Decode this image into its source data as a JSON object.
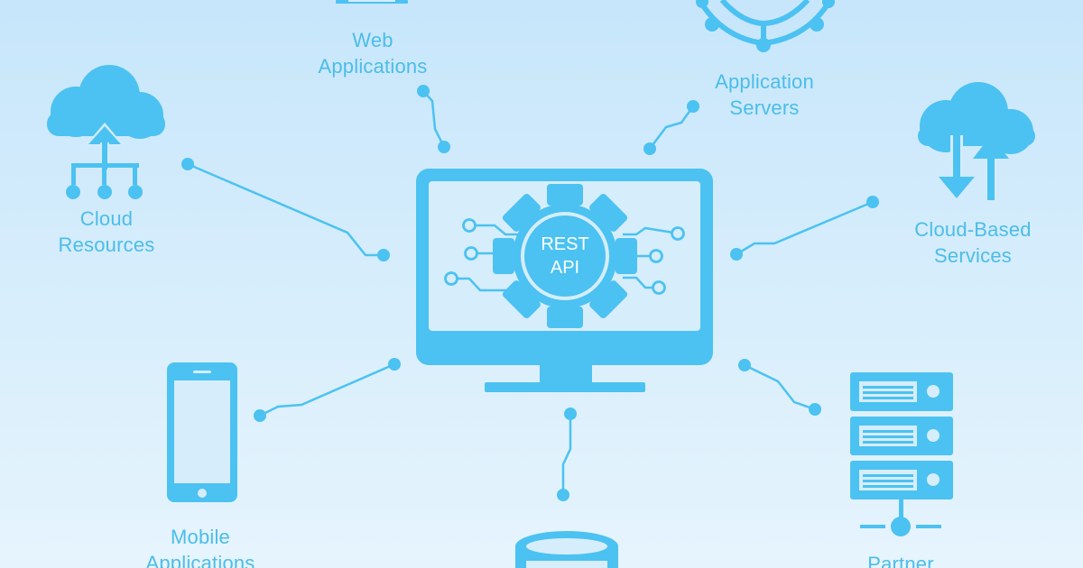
{
  "center": {
    "line1": "REST",
    "line2": "API"
  },
  "nodes": {
    "web": {
      "line1": "Web",
      "line2": "Applications",
      "icon": "laptop-icon"
    },
    "app_servers": {
      "line1": "Application",
      "line2": "Servers",
      "icon": "network-hub-icon"
    },
    "cloud_resources": {
      "line1": "Cloud",
      "line2": "Resources",
      "icon": "cloud-upload-icon"
    },
    "cloud_services": {
      "line1": "Cloud-Based",
      "line2": "Services",
      "icon": "cloud-sync-icon"
    },
    "mobile": {
      "line1": "Mobile",
      "line2": "Applications",
      "icon": "smartphone-icon"
    },
    "partner": {
      "line1": "Partner",
      "icon": "server-rack-icon"
    },
    "database": {
      "icon": "database-icon"
    }
  },
  "colors": {
    "accent": "#4bc2f1",
    "text": "#4bbde9",
    "background": "#d3ecfc"
  }
}
